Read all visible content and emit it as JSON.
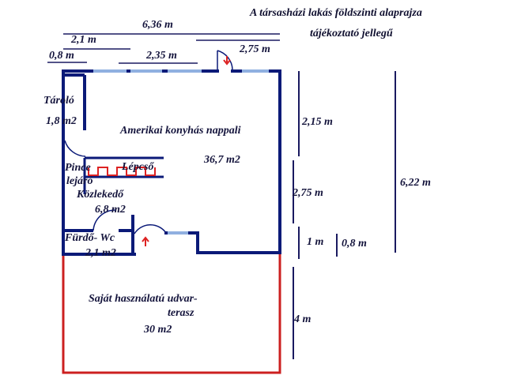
{
  "header": {
    "title_line1": "A társasházi lakás földszinti alaprajza",
    "title_line2": "tájékoztató jellegű"
  },
  "dimensions": {
    "total_width": "6,36 m",
    "d_2_1": "2,1 m",
    "d_0_8_top": "0,8 m",
    "d_2_35": "2,35 m",
    "d_2_75_top": "2,75 m",
    "d_2_15": "2,15 m",
    "d_2_75_side": "2,75 m",
    "d_1": "1 m",
    "d_0_8_side": "0,8 m",
    "d_6_22": "6,22 m",
    "d_4": "4 m"
  },
  "rooms": {
    "storage_name": "Tároló",
    "storage_area": "1,8 m2",
    "living_name": "Amerikai konyhás nappali",
    "living_area": "36,7 m2",
    "cellar_line1": "Pince",
    "cellar_line2": "lejáró",
    "stairs": "Lépcső",
    "hall_name": "Közlekedő",
    "hall_area": "6,8 m2",
    "bath_name": "Fürdő- Wc",
    "bath_area": "2,1 m2",
    "terrace_line1": "Saját használatú udvar-",
    "terrace_line2": "terasz",
    "terrace_area": "30 m2"
  },
  "colors": {
    "wall": "#0b1a78",
    "window": "#90b0e0",
    "terrace": "#cc2020",
    "stairs": "#dd2222",
    "dim_line": "#1a1a60"
  }
}
